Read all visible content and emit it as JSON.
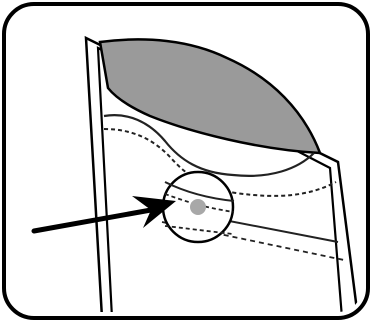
{
  "diagram": {
    "colors": {
      "frame_stroke": "#000000",
      "background": "#ffffff",
      "sheet_fill": "#ffffff",
      "flap_fill": "#9a9a9a",
      "seam_stroke": "#222222",
      "dot_fill": "#a8a8a8",
      "arrow_stroke": "#000000"
    },
    "icon_names": [
      "frame-border",
      "sheet-outline",
      "flap-shape",
      "zoom-circle",
      "indicator-dot",
      "pointer-arrow"
    ]
  }
}
